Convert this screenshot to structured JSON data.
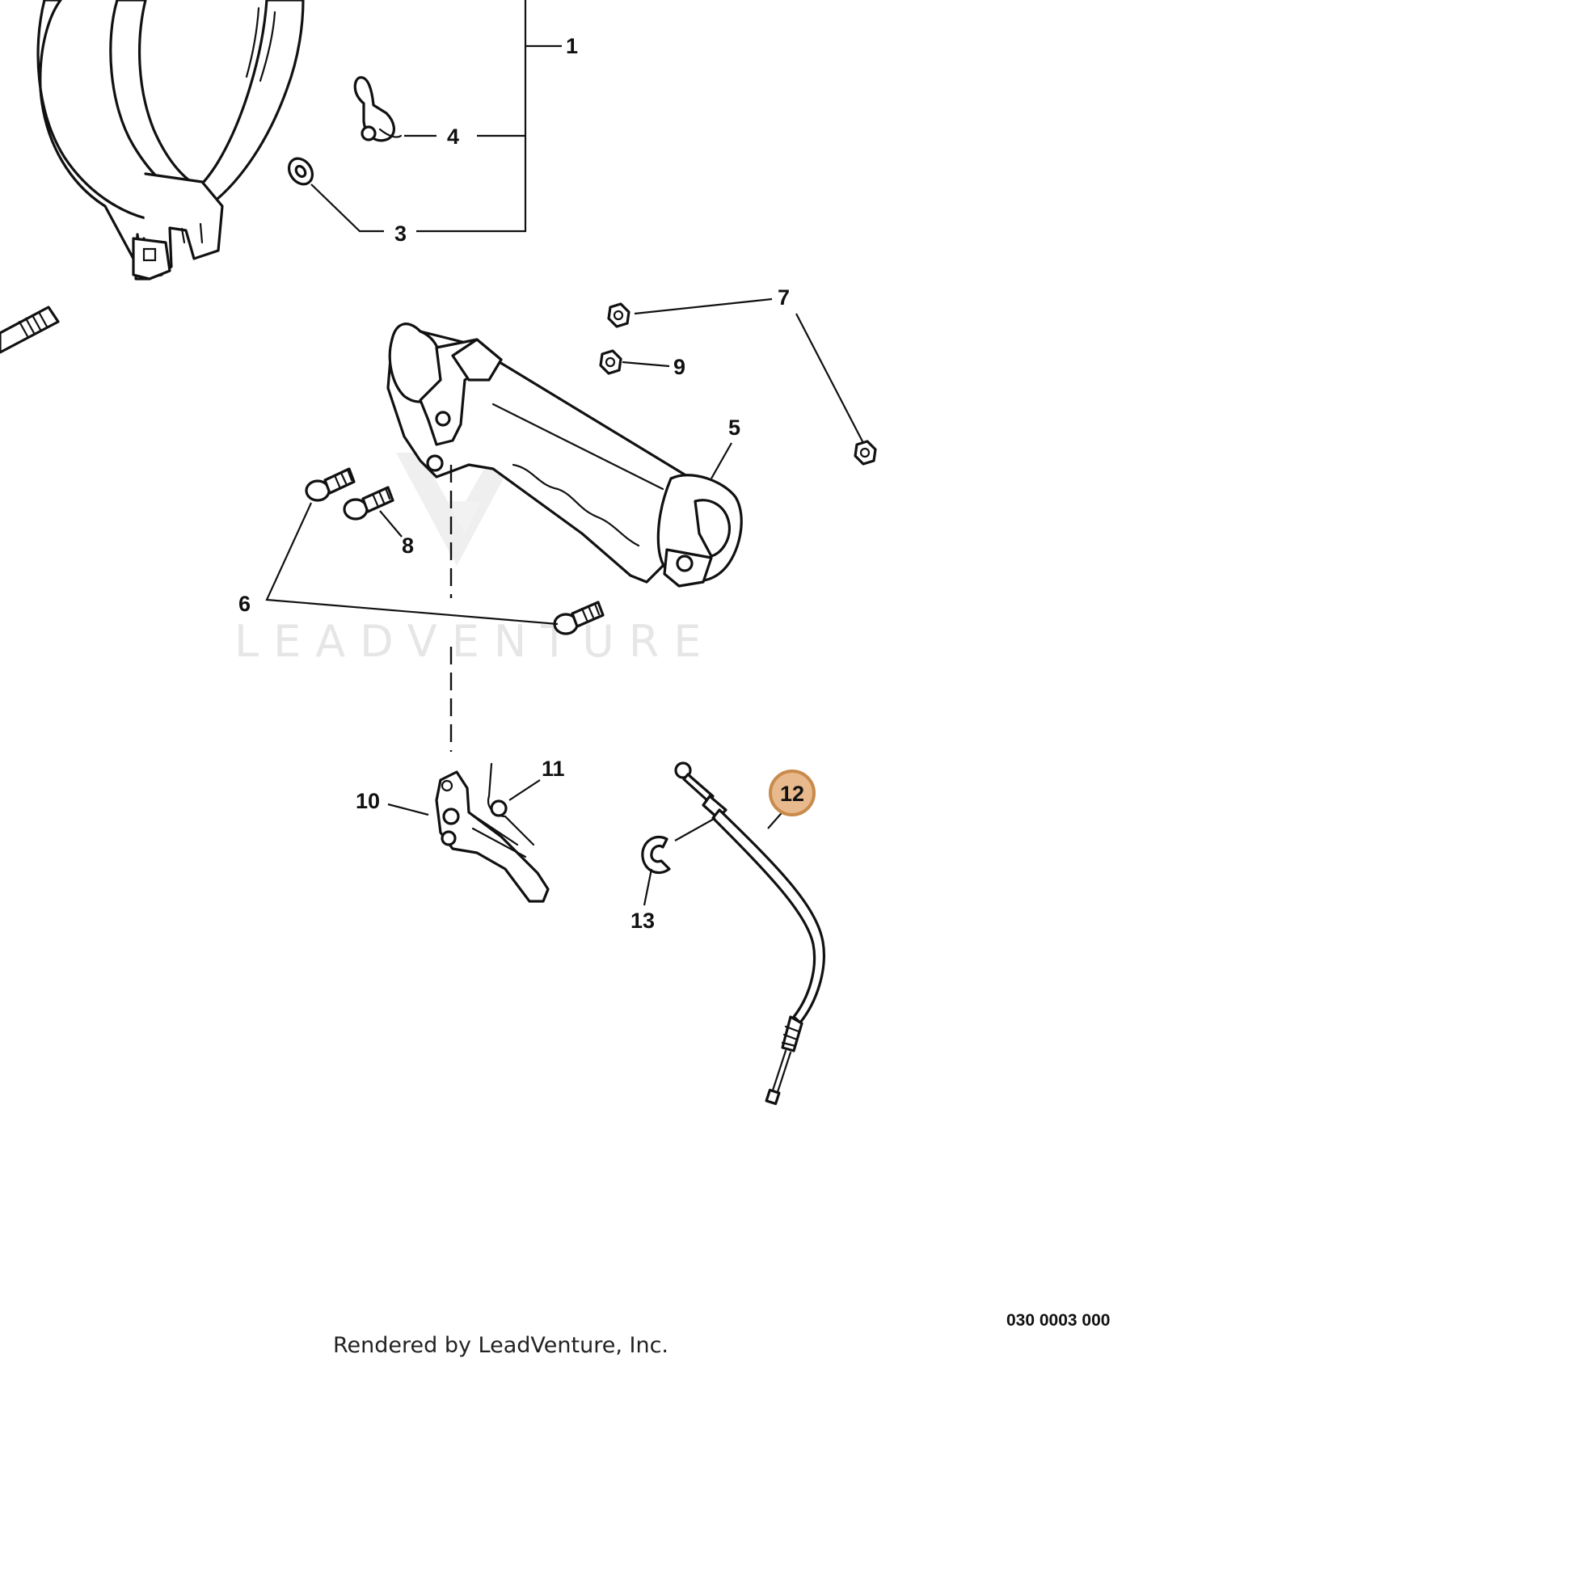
{
  "watermark": "LEADVENTURE",
  "credit": "Rendered by LeadVenture, Inc.",
  "diagram_code": "030 0003 000",
  "highlight": {
    "callout": "12",
    "fill": "#e8b98c",
    "stroke": "#c98a4b"
  },
  "callouts": [
    "1",
    "3",
    "4",
    "5",
    "6",
    "7",
    "8",
    "9",
    "10",
    "11",
    "12",
    "13"
  ]
}
